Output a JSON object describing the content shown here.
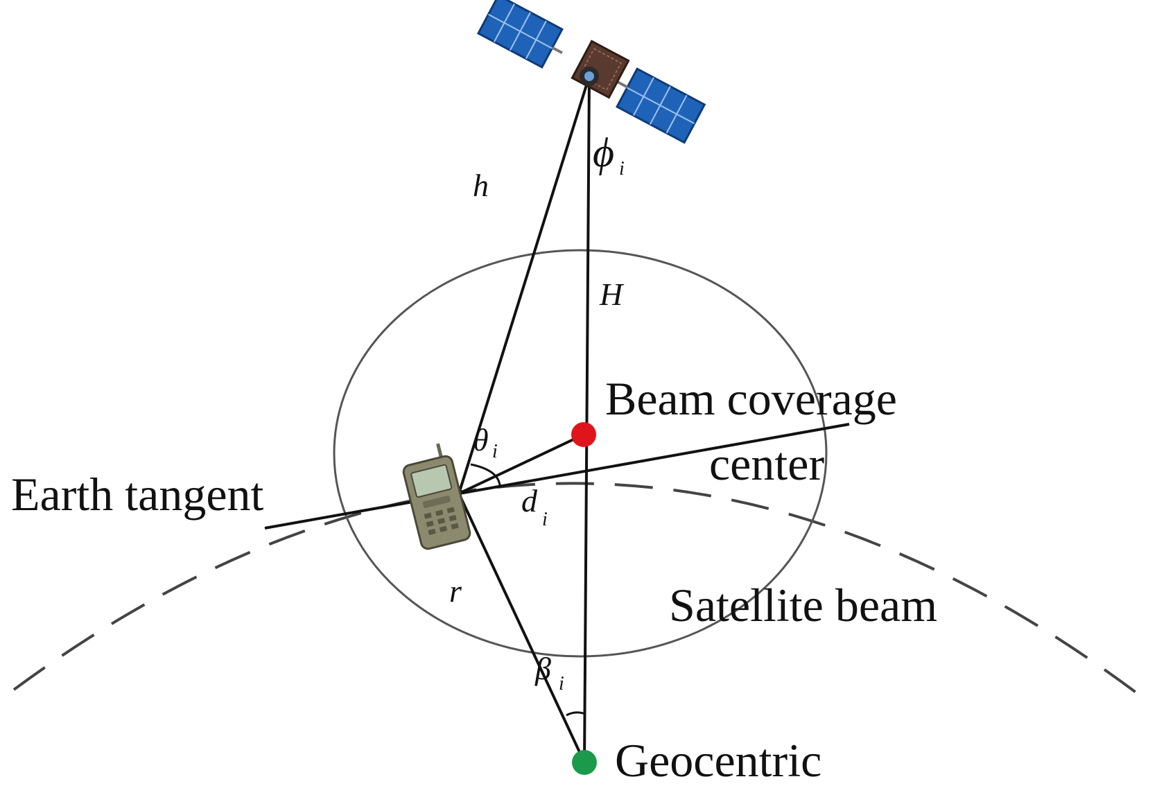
{
  "labels": {
    "beam_center_line1": "Beam coverage",
    "beam_center_line2": "center",
    "earth_tangent": "Earth tangent",
    "satellite_beam": "Satellite beam",
    "geocentric": "Geocentric"
  },
  "symbols": {
    "h": "h",
    "H": "H",
    "r": "r",
    "phi": "ϕ",
    "theta": "θ",
    "d": "d",
    "beta": "β",
    "subscript": "i"
  },
  "colors": {
    "line": "#111111",
    "dashed_arc": "#444444",
    "beam_ellipse": "#555555",
    "beam_center_dot": "#e0151b",
    "geocentric_dot": "#1a9a4a",
    "solar_panel": "#1f63b8",
    "satellite_body": "#5a3a2e",
    "phone_body": "#8c8a6e",
    "phone_screen": "#b8c8b0"
  },
  "icons": {
    "satellite": "satellite-icon",
    "phone": "mobile-phone-icon"
  }
}
